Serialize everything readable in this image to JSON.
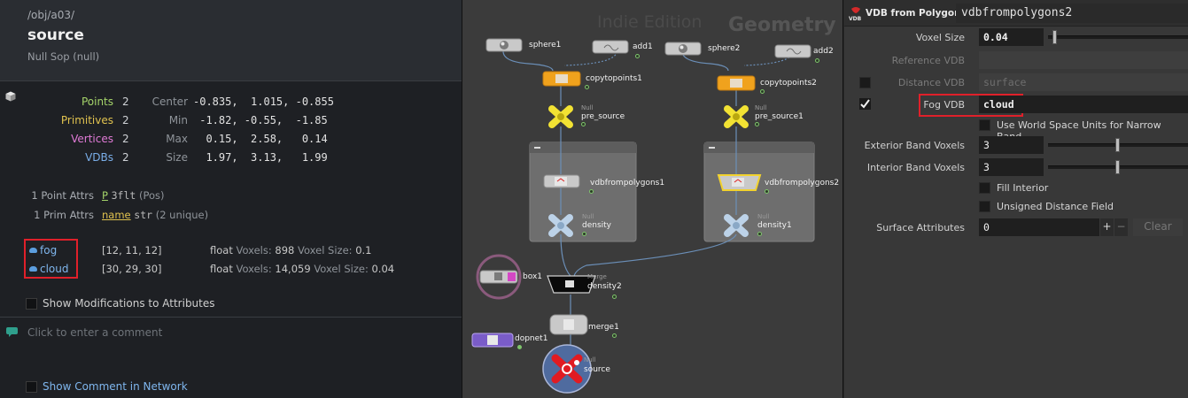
{
  "info": {
    "path": "/obj/a03/",
    "node_name": "source",
    "node_type": "Null Sop (null)",
    "stats": [
      {
        "label": "Points",
        "count": "2",
        "key": "Center",
        "value": "-0.835,  1.015, -0.855",
        "color": "#a5d46a"
      },
      {
        "label": "Primitives",
        "count": "2",
        "key": "Min",
        "value": " -1.82, -0.55,  -1.85",
        "color": "#e0c24f"
      },
      {
        "label": "Vertices",
        "count": "2",
        "key": "Max",
        "value": "  0.15,  2.58,   0.14",
        "color": "#e07ad6"
      },
      {
        "label": "VDBs",
        "count": "2",
        "key": "Size",
        "value": "  1.97,  3.13,   1.99",
        "color": "#7aaee8"
      }
    ],
    "point_attrs": {
      "label": "1 Point Attrs",
      "name": "P",
      "type": "3flt",
      "extra": "(Pos)"
    },
    "prim_attrs": {
      "label": "1 Prim Attrs",
      "name": "name",
      "type": "str",
      "extra": "(2 unique)"
    },
    "vdbs": [
      {
        "name": "fog",
        "res": "[12, 11, 12]",
        "dtype": "float",
        "voxels_label": "Voxels:",
        "voxels": "898",
        "vsize_label": "Voxel Size:",
        "vsize": "0.1"
      },
      {
        "name": "cloud",
        "res": "[30, 29, 30]",
        "dtype": "float",
        "voxels_label": "Voxels:",
        "voxels": "14,059",
        "vsize_label": "Voxel Size:",
        "vsize": "0.04"
      }
    ],
    "show_modifications": "Show Modifications to Attributes",
    "comment_placeholder": "Click to enter a comment",
    "show_comment": "Show Comment in Network"
  },
  "network": {
    "watermark_edition": "Indie Edition",
    "watermark_context": "Geometry",
    "null_tag": "Null",
    "merge_tag": "Merge",
    "nodes": {
      "sphere1": "sphere1",
      "add1": "add1",
      "copytopoints1": "copytopoints1",
      "pre_source": "pre_source",
      "vdbfrompolygons1": "vdbfrompolygons1",
      "density": "density",
      "sphere2": "sphere2",
      "add2": "add2",
      "copytopoints2": "copytopoints2",
      "pre_source1": "pre_source1",
      "vdbfrompolygons2": "vdbfrompolygons2",
      "density1": "density1",
      "box1": "box1",
      "density2": "density2",
      "merge1": "merge1",
      "dopnet1": "dopnet1",
      "source": "source"
    }
  },
  "parms": {
    "node_type": "VDB from Polygons",
    "node_name": "vdbfrompolygons2",
    "voxel_size": {
      "label": "Voxel Size",
      "value": "0.04",
      "slider_fraction": 0.03
    },
    "reference_vdb": {
      "label": "Reference VDB",
      "value": ""
    },
    "distance_vdb": {
      "label": "Distance VDB",
      "value": "surface"
    },
    "fog_vdb": {
      "label": "Fog VDB",
      "value": "cloud"
    },
    "world_space": "Use World Space Units for Narrow Band",
    "exterior_band": {
      "label": "Exterior Band Voxels",
      "value": "3",
      "slider_fraction": 0.5
    },
    "interior_band": {
      "label": "Interior Band Voxels",
      "value": "3",
      "slider_fraction": 0.5
    },
    "fill_interior": "Fill Interior",
    "unsigned_distance": "Unsigned Distance Field",
    "surface_attributes": {
      "label": "Surface Attributes",
      "value": "0",
      "plus": "+",
      "minus": "−",
      "clear": "Clear"
    }
  }
}
